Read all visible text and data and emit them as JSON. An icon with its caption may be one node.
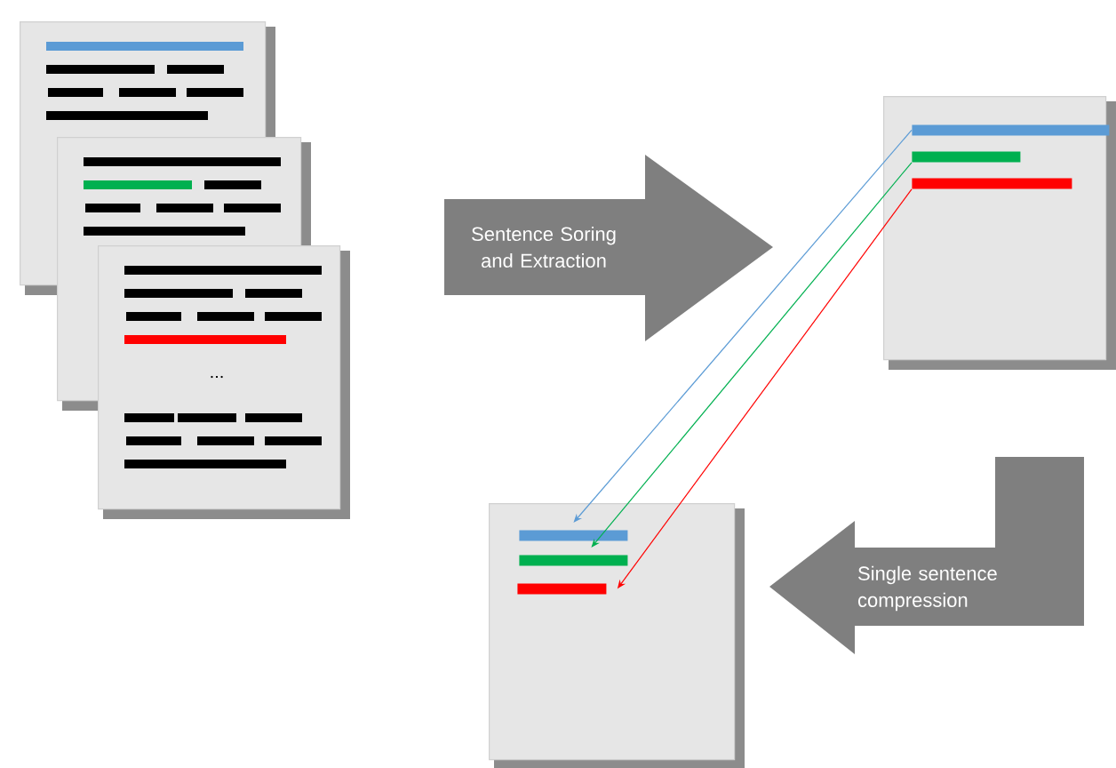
{
  "diagram": {
    "nodes": [
      {
        "text": [],
        "shape": "box"
      },
      {
        "text": [],
        "shape": "box"
      },
      {
        "text": [],
        "shape": "box"
      },
      {
        "text": [
          "Sentence Soring and Extraction"
        ]
      },
      {
        "text": [],
        "shape": "box"
      },
      {
        "text": [],
        "shape": "bar",
        "in": 4
      },
      {
        "text": [],
        "shape": "bar",
        "in": 4
      },
      {
        "text": [],
        "shape": "bar",
        "in": 4
      },
      {
        "text": [],
        "shape": "box"
      },
      {
        "text": [],
        "shape": "bar",
        "in": 8
      },
      {
        "text": [],
        "shape": "bar",
        "in": 8
      },
      {
        "text": [],
        "shape": "bar",
        "in": 8
      },
      {
        "text": [
          "Single sentence compression"
        ]
      }
    ],
    "edges": [
      {
        "from": 5,
        "to": 9,
        "arrow": "to",
        "color": "#5b9bd5"
      },
      {
        "from": 6,
        "to": 10,
        "arrow": "to",
        "color": "#00b050"
      },
      {
        "from": 7,
        "to": 11,
        "arrow": "to",
        "color": "#ff0000"
      }
    ],
    "labels": [
      "..."
    ]
  }
}
